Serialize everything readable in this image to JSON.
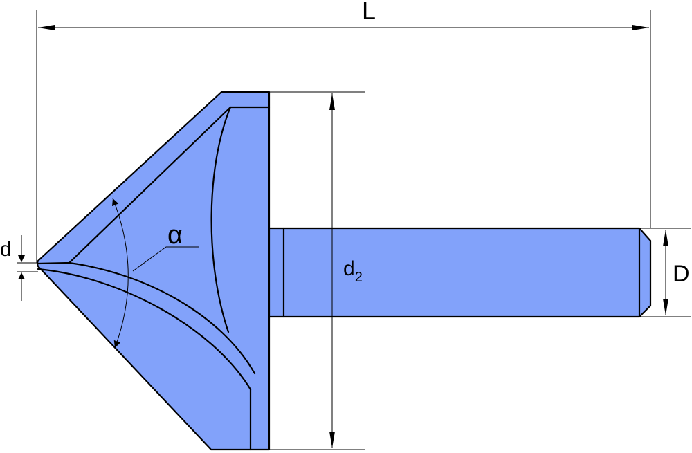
{
  "labels": {
    "length": "L",
    "tip_diameter": "d",
    "head_diameter": "d",
    "head_diameter_subscript": "2",
    "shank_diameter": "D",
    "angle": "α"
  },
  "colors": {
    "part_fill": "#82a2fa",
    "outline": "#000000",
    "background": "#ffffff"
  }
}
